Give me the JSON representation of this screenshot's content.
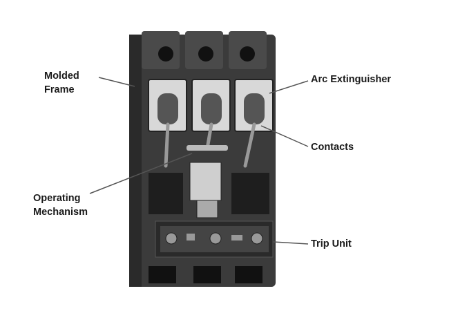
{
  "labels": {
    "molded_frame": [
      "Molded",
      "Frame"
    ],
    "arc_extinguisher": "Arc Extinguisher",
    "contacts": "Contacts",
    "operating_mechanism": [
      "Operating",
      "Mechanism"
    ],
    "trip_unit": "Trip Unit"
  },
  "colors": {
    "body": "#3a3a3a",
    "leader_line": "#555555",
    "text": "#1a1a1a"
  }
}
